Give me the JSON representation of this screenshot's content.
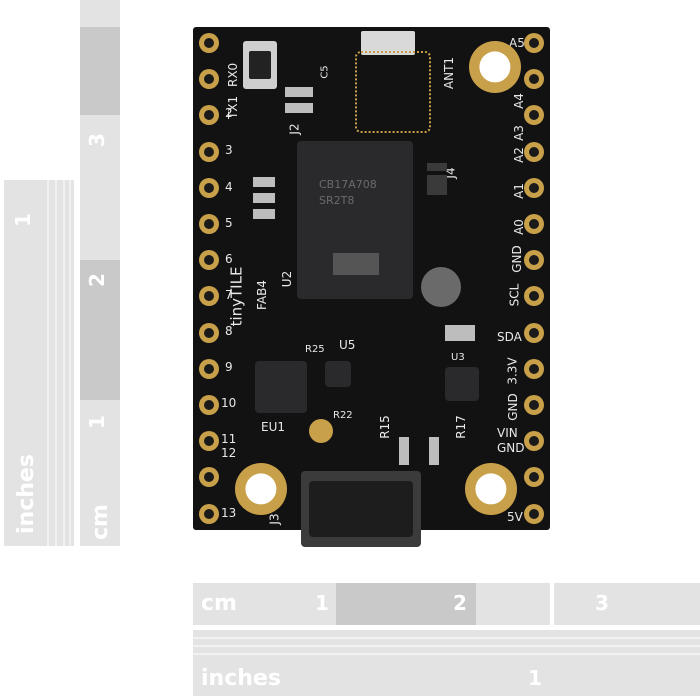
{
  "rulers": {
    "vertical_inches": {
      "unit": "inches",
      "numbers": [
        "1"
      ]
    },
    "vertical_cm": {
      "unit": "cm",
      "numbers": [
        "1",
        "2",
        "3"
      ]
    },
    "horizontal_cm": {
      "unit": "cm",
      "numbers": [
        "1",
        "2",
        "3"
      ]
    },
    "horizontal_inches": {
      "unit": "inches",
      "numbers": [
        "1"
      ]
    }
  },
  "board": {
    "left_pins": [
      "RX0",
      "TX1",
      "2",
      "3",
      "4",
      "5",
      "6",
      "7",
      "8",
      "9",
      "10",
      "11",
      "12",
      "13"
    ],
    "right_pins": [
      "A5",
      "A4",
      "A3",
      "A2",
      "A1",
      "A0",
      "GND",
      "SCL",
      "SDA",
      "3.3V",
      "GND",
      "VIN",
      "GND",
      "5V"
    ],
    "labels": {
      "ant": "ANT1",
      "j2": "J2",
      "j3": "J3",
      "j4": "J4",
      "u2": "U2",
      "u5": "U5",
      "u3": "U3",
      "eu1": "EU1",
      "brand": "tinyTILE",
      "fab": "FAB4",
      "r25": "R25",
      "r22": "R22",
      "r15": "R15",
      "r17": "R17",
      "c5": "C5",
      "chip_text_1": "CB17A708",
      "chip_text_2": "SR2T8"
    }
  },
  "colors": {
    "board": "#121212",
    "pad": "#c9a04a",
    "ruler": "#e3e3e3"
  }
}
